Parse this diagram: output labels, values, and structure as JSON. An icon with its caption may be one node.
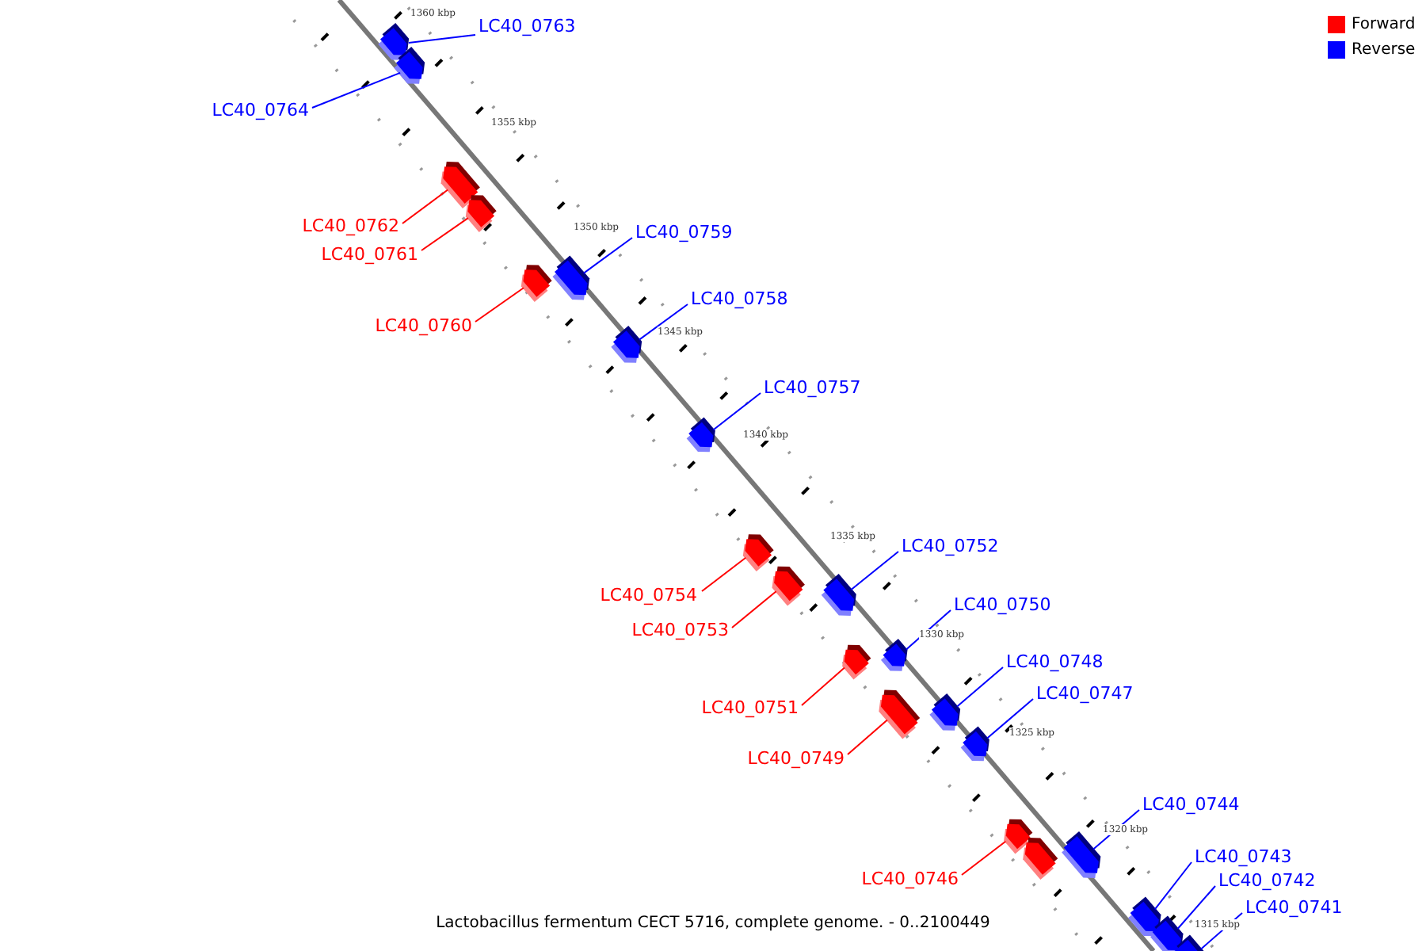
{
  "diagram": {
    "caption": "Lactobacillus fermentum CECT 5716, complete genome. - 0..2100449",
    "nodes": [
      {
        "text": [
          "LC40_0763"
        ]
      },
      {
        "text": [],
        "shape": "box"
      },
      {
        "text": [
          "LC40_0764"
        ]
      },
      {
        "text": [],
        "shape": "box"
      },
      {
        "text": [
          "LC40_0762"
        ]
      },
      {
        "text": [],
        "shape": "box"
      },
      {
        "text": [
          "LC40_0761"
        ]
      },
      {
        "text": [],
        "shape": "box"
      },
      {
        "text": [
          "LC40_0759"
        ]
      },
      {
        "text": [],
        "shape": "box"
      },
      {
        "text": [
          "LC40_0760"
        ]
      },
      {
        "text": [],
        "shape": "box"
      },
      {
        "text": [
          "LC40_0758"
        ]
      },
      {
        "text": [],
        "shape": "box"
      },
      {
        "text": [
          "LC40_0757"
        ]
      },
      {
        "text": [],
        "shape": "box"
      },
      {
        "text": [
          "LC40_0752"
        ]
      },
      {
        "text": [],
        "shape": "box"
      },
      {
        "text": [
          "LC40_0754"
        ]
      },
      {
        "text": [],
        "shape": "box"
      },
      {
        "text": [
          "LC40_0750"
        ]
      },
      {
        "text": [],
        "shape": "box"
      },
      {
        "text": [
          "LC40_0753"
        ]
      },
      {
        "text": [],
        "shape": "box"
      },
      {
        "text": [
          "LC40_0748"
        ]
      },
      {
        "text": [],
        "shape": "box"
      },
      {
        "text": [
          "LC40_0751"
        ]
      },
      {
        "text": [],
        "shape": "box"
      },
      {
        "text": [
          "LC40_0747"
        ]
      },
      {
        "text": [],
        "shape": "box"
      },
      {
        "text": [
          "LC40_0749"
        ]
      },
      {
        "text": [],
        "shape": "box"
      },
      {
        "text": [
          "LC40_0744"
        ]
      },
      {
        "text": [],
        "shape": "box"
      },
      {
        "text": [
          "LC40_0746"
        ]
      },
      {
        "text": [],
        "shape": "box"
      },
      {
        "text": [],
        "shape": "box"
      },
      {
        "text": [
          "LC40_0743"
        ]
      },
      {
        "text": [],
        "shape": "box"
      },
      {
        "text": [
          "LC40_0742"
        ]
      },
      {
        "text": [],
        "shape": "box"
      },
      {
        "text": [
          "LC40_0741"
        ]
      },
      {
        "text": [],
        "shape": "box"
      }
    ],
    "edges": [
      {
        "from": 0,
        "to": 1,
        "arrow": "none"
      },
      {
        "from": 2,
        "to": 3,
        "arrow": "none"
      },
      {
        "from": 4,
        "to": 5,
        "arrow": "none",
        "color": "#ff0000"
      },
      {
        "from": 6,
        "to": 7,
        "arrow": "none",
        "color": "#ff0000"
      },
      {
        "from": 8,
        "to": 9,
        "arrow": "none"
      },
      {
        "from": 10,
        "to": 11,
        "arrow": "none",
        "color": "#ff0000"
      },
      {
        "from": 12,
        "to": 13,
        "arrow": "none"
      },
      {
        "from": 14,
        "to": 15,
        "arrow": "none"
      },
      {
        "from": 16,
        "to": 17,
        "arrow": "none"
      },
      {
        "from": 18,
        "to": 19,
        "arrow": "none",
        "color": "#ff0000"
      },
      {
        "from": 20,
        "to": 21,
        "arrow": "none"
      },
      {
        "from": 22,
        "to": 23,
        "arrow": "none",
        "color": "#ff0000"
      },
      {
        "from": 24,
        "to": 25,
        "arrow": "none"
      },
      {
        "from": 26,
        "to": 27,
        "arrow": "none",
        "color": "#ff0000"
      },
      {
        "from": 28,
        "to": 29,
        "arrow": "none"
      },
      {
        "from": 30,
        "to": 31,
        "arrow": "none",
        "color": "#ff0000"
      },
      {
        "from": 32,
        "to": 33,
        "arrow": "none"
      },
      {
        "from": 34,
        "to": 35,
        "arrow": "none",
        "color": "#ff0000"
      },
      {
        "from": 37,
        "to": 38,
        "arrow": "none"
      },
      {
        "from": 39,
        "to": 40,
        "arrow": "none"
      },
      {
        "from": 41,
        "to": 42,
        "arrow": "none"
      }
    ],
    "labels": [
      "1360 kbp",
      "1355 kbp",
      "1350 kbp",
      "1345 kbp",
      "1340 kbp",
      "1335 kbp",
      "1330 kbp",
      "1325 kbp",
      "1320 kbp",
      "1315 kbp"
    ],
    "legend": [
      {
        "text": "Forward",
        "color": "#ff0000"
      },
      {
        "text": "Reverse",
        "color": "#0000ff"
      }
    ]
  }
}
